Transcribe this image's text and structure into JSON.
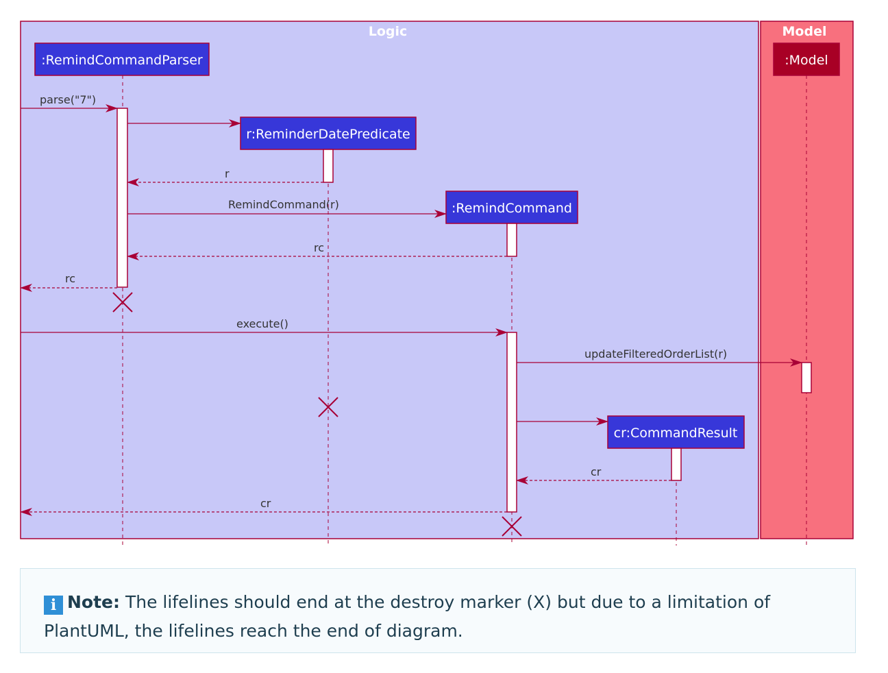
{
  "diagram": {
    "frames": {
      "logic": "Logic",
      "model": "Model"
    },
    "participants": {
      "parser": ":RemindCommandParser",
      "predicate": "r:ReminderDatePredicate",
      "command": ":RemindCommand",
      "result": "cr:CommandResult",
      "model": ":Model"
    },
    "messages": {
      "parse": "parse(\"7\")",
      "return_r": "r",
      "remind_command": "RemindCommand(r)",
      "return_rc_inner": "rc",
      "return_rc": "rc",
      "execute": "execute()",
      "update": "updateFilteredOrderList(r)",
      "return_cr_inner": "cr",
      "return_cr": "cr"
    }
  },
  "note": {
    "icon": "i",
    "label": "Note:",
    "text": " The lifelines should end at the destroy marker (X) but due to a limitation of PlantUML, the lifelines reach the end of diagram."
  }
}
